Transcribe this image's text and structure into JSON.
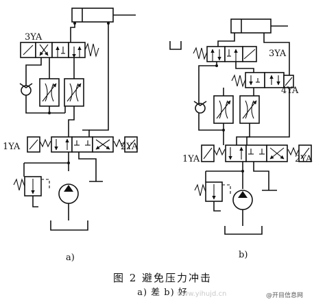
{
  "figure": {
    "title": "图 2    避免压力冲击",
    "subtitle": "a) 差   b) 好",
    "watermark": "@开目信息网",
    "watermark_url": "www.yihujd.cn"
  },
  "diagram_a": {
    "label": "a)",
    "labels": {
      "valve_top": "3YA",
      "sol_left": "1YA",
      "sol_right": "2YA"
    }
  },
  "diagram_b": {
    "label": "b)",
    "labels": {
      "valve_top": "3YA",
      "valve_mid": "4YA",
      "sol_left": "1YA",
      "sol_right": "2YA"
    }
  }
}
